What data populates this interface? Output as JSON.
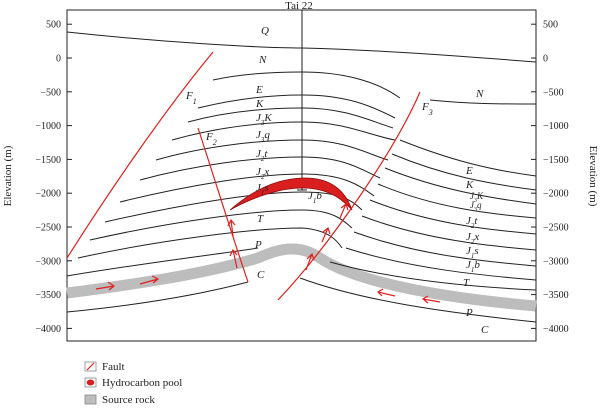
{
  "well": "Tai 22",
  "axes": {
    "left_title": "Elevation (m)",
    "right_title": "Elevation (m)",
    "ticks": [
      "500",
      "0",
      "−500",
      "−1000",
      "−1500",
      "−2000",
      "−2500",
      "−3000",
      "−3500",
      "−4000"
    ],
    "tick_values": [
      500,
      0,
      -500,
      -1000,
      -1500,
      -2000,
      -2500,
      -3000,
      -3500,
      -4000
    ]
  },
  "faults": [
    "F1",
    "F2",
    "F3"
  ],
  "units_center": [
    "Q",
    "N",
    "E",
    "K",
    "J3K",
    "J3q",
    "J2t",
    "J2x",
    "J1s",
    "J1b",
    "T",
    "P",
    "C"
  ],
  "units_right": [
    "N",
    "E",
    "K",
    "J3K",
    "J3q",
    "J2t",
    "J2x",
    "J1s",
    "J1b",
    "T",
    "P",
    "C"
  ],
  "legend": [
    {
      "label": "Fault",
      "icon": "fault-icon"
    },
    {
      "label": "Hydrocarbon pool",
      "icon": "hydrocarbon-pool-icon"
    },
    {
      "label": "Source rock",
      "icon": "source-rock-icon"
    }
  ],
  "colors": {
    "fault": "#e02020",
    "pool": "#d81e1e",
    "source_rock": "#bdbdbd",
    "line": "#222222"
  }
}
